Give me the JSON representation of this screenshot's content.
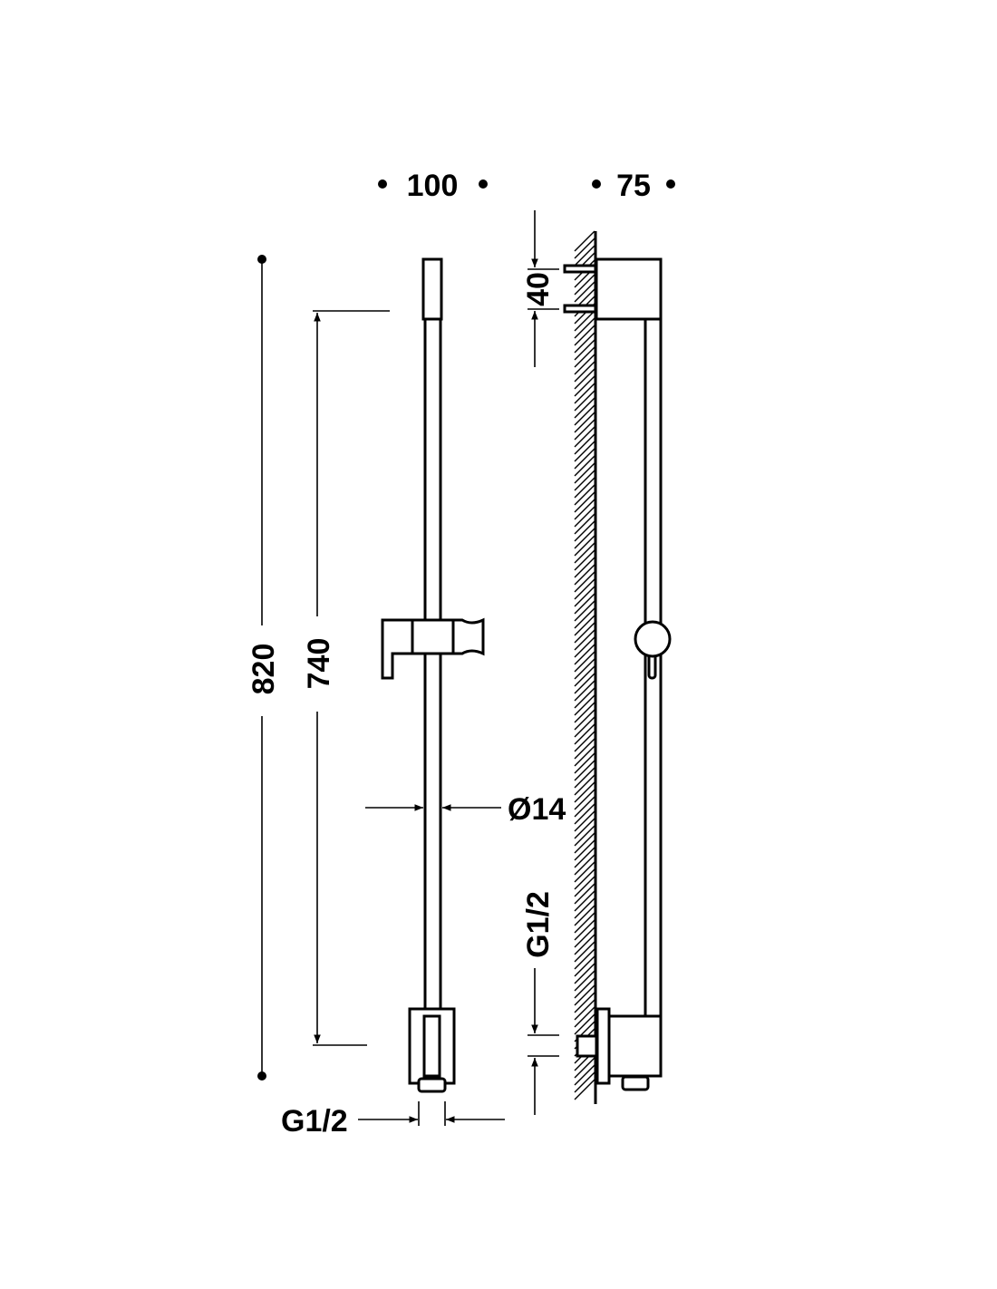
{
  "drawing": {
    "ink_color": "#000000",
    "dimensions": {
      "front_width": "100",
      "side_depth": "75",
      "total_height": "820",
      "rail_length": "740",
      "rail_diameter": "Ø14",
      "bracket_height": "40",
      "outlet_thread_front": "G1/2",
      "outlet_thread_side": "G1/2"
    }
  }
}
